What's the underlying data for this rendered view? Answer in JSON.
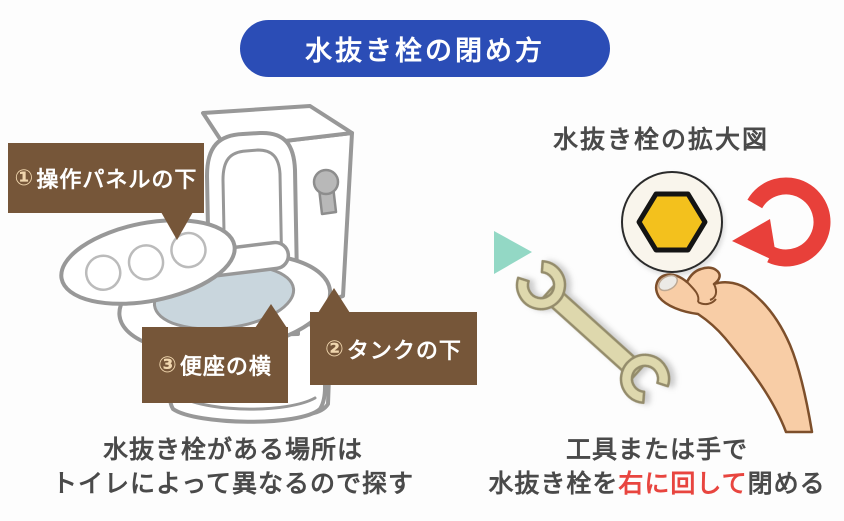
{
  "header": {
    "title": "水抜き栓の閉め方",
    "bg_color": "#2b4db6",
    "text_color": "#ffffff"
  },
  "left_panel": {
    "labels": [
      {
        "number": "①",
        "text": "操作パネルの下"
      },
      {
        "number": "②",
        "text": "タンクの下"
      },
      {
        "number": "③",
        "text": "便座の横"
      }
    ],
    "label_bg_color": "#765639",
    "label_number_color": "#f0d6ae",
    "caption_line1": "水抜き栓がある場所は",
    "caption_line2": "トイレによって異なるので探す"
  },
  "right_panel": {
    "title": "水抜き栓の拡大図",
    "caption_line1": "工具または手で",
    "caption_line2_pre": "水抜き栓を",
    "caption_line2_red": "右に回して",
    "caption_line2_post": "閉める",
    "red_text_color": "#e8453f"
  },
  "icons": {
    "toilet_illustration": "toilet-with-tank-lid-seat-and-control-panel",
    "proceed_arrow": "right-pointing-teal-triangle",
    "valve_closeup": "circle-with-yellow-hex-bolt",
    "rotate_arrow": "red-clockwise-rotation-arrow",
    "tool": "open-end-wrench",
    "hand": "pinching-hand"
  },
  "accent_colors": {
    "teal_arrow": "#93d8c5",
    "hex_bolt_yellow": "#f3c11d",
    "rotation_red": "#e8403a",
    "toilet_outline_gray": "#989898",
    "bowl_blue": "#c9d6dd"
  }
}
